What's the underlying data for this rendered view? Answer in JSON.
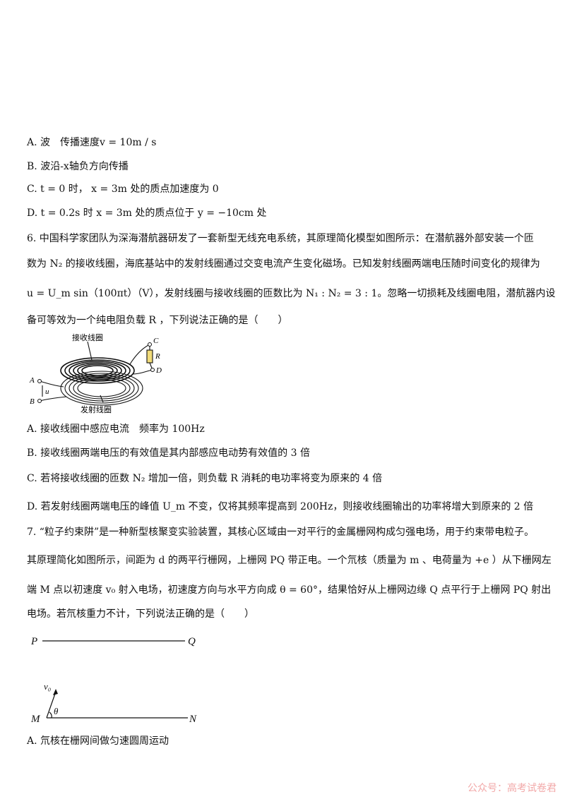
{
  "options_q5": [
    "A. 波　传播速度v = 10m / s",
    "B. 波沿-x轴负方向传播",
    "C. t = 0 时， x = 3m 处的质点加速度为 0",
    "D. t = 0.2s 时 x = 3m 处的质点位于 y = −10cm 处"
  ],
  "q6": {
    "lines": [
      "6. 中国科学家团队为深海潜航器研发了一套新型无线充电系统，其原理简化模型如图所示：在潜航器外部安装一个匝",
      "数为 N₂ 的接收线圈，海底基站中的发射线圈通过交变电流产生变化磁场。已知发射线圈两端电压随时间变化的规律为",
      "u = U_m sin（100πt）（V），发射线圈与接收线圈的匝数比为 N₁ : N₂ = 3 : 1。忽略一切损耗及线圈电阻，潜航器内设",
      "备可等效为一个纯电阻负载 R ，下列说法正确的是（　　）"
    ],
    "figure": {
      "label_receive": "接收线圈",
      "label_transmit": "发射线圈",
      "C": "C",
      "D": "D",
      "R": "R",
      "A": "A",
      "B": "B",
      "u": "u"
    },
    "options": [
      "A. 接收线圈中感应电流　频率为 100Hz",
      "B. 接收线圈两端电压的有效值是其内部感应电动势有效值的 3 倍",
      "C. 若将接收线圈的匝数 N₂ 增加一倍，则负载 R 消耗的电功率将变为原来的 4 倍",
      "D. 若发射线圈两端电压的峰值 U_m 不变，仅将其频率提高到 200Hz，则接收线圈输出的功率将增大到原来的 2 倍"
    ]
  },
  "q7": {
    "lines": [
      "7. “粒子约束阱”是一种新型核聚变实验装置，其核心区域由一对平行的金属栅网构成匀强电场，用于约束带电粒子。",
      "其原理简化如图所示，间距为 d 的两平行栅网，上栅网 PQ 带正电。一个氘核（质量为 m 、电荷量为 +e ）从下栅网左",
      "端 M 点以初速度 v₀ 射入电场，初速度方向与水平方向成 θ = 60°，结果恰好从上栅网边缘 Q 点平行于上栅网 PQ 射出",
      "电场。若氘核重力不计，下列说法正确的是（　　）"
    ],
    "figure": {
      "P": "P",
      "Q": "Q",
      "M": "M",
      "N": "N",
      "v0": "v₀",
      "theta": "θ"
    },
    "options": [
      "A. 氘核在栅网间做匀速圆周运动"
    ]
  },
  "watermark": "公众号：高考试卷君"
}
